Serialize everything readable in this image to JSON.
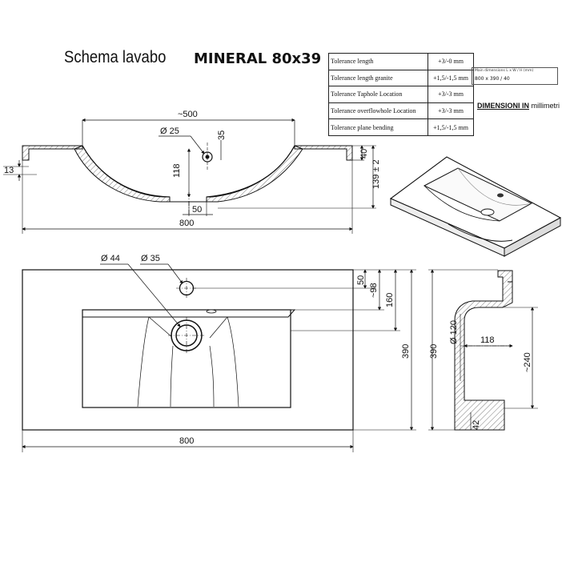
{
  "title": {
    "prefix": "Schema lavabo",
    "model": "MINERAL 80x39"
  },
  "tolerance_table": [
    {
      "label": "Tolerance length",
      "value": "+3/-0 mm"
    },
    {
      "label": "Tolerance length granite",
      "value": "+1,5/-1,5 mm"
    },
    {
      "label": "Tolerance Taphole Location",
      "value": "+3/-3 mm"
    },
    {
      "label": "Tolerance overflowhole Location",
      "value": "+3/-3 mm"
    },
    {
      "label": "Tolerance plane bending",
      "value": "+1,5/-1,5 mm"
    }
  ],
  "spec_box": {
    "header": "Main dimensions L x W / H (mm)",
    "value": "800 x 390 / 40"
  },
  "units_note": {
    "bold": "DIMENSIONI IN",
    "rest": " millimetri"
  },
  "dimensions": {
    "bowl_top_width": "~500",
    "drain_diameter_top": "Ø 25",
    "drain_offset": "35",
    "bowl_depth": "118",
    "top_thickness": "40",
    "total_height": "139 ± 2",
    "edge_thickness": "13",
    "drain_width": "50",
    "length_front": "800",
    "drain_diameter_plan": "Ø 44",
    "taphole_diameter": "Ø 35",
    "taphole_edge": "50",
    "overflow_offset": "~98",
    "basin_offset": "160",
    "depth_plan": "390",
    "length_plan": "800",
    "depth_side": "390",
    "side_drain_diameter": "Ø 120",
    "side_depth": "118",
    "side_length": "~240",
    "side_thickness": "42"
  }
}
